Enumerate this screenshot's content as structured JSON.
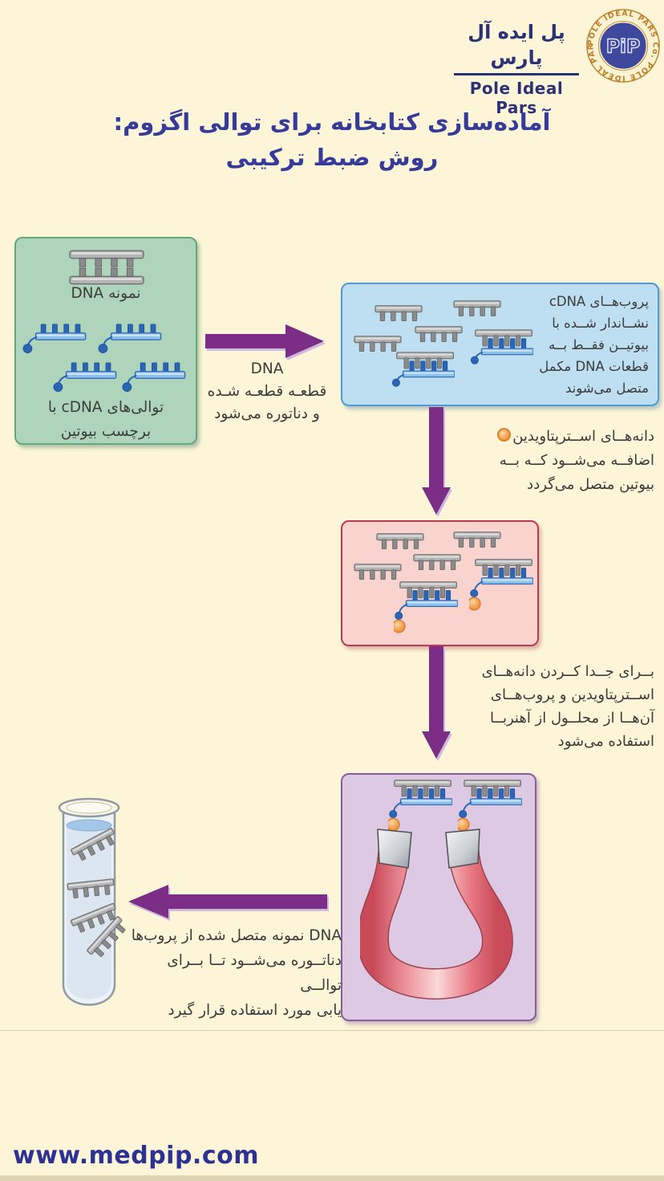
{
  "header": {
    "brand_fa": "پل ایده آل پارس",
    "brand_en": "Pole Ideal Pars",
    "logo": {
      "ring_text": "POLE IDEAL PARS Co.  POLE IDEAL PARS Co.",
      "monogram": "PiP"
    }
  },
  "title": {
    "line1": "آماده‌سازی کتابخانه برای توالی اگزوم:",
    "line2": "روش ضبط ترکیبی"
  },
  "steps": {
    "sample": {
      "dna_label": "نمونه DNA",
      "probes_label_1": "توالی‌های cDNA با",
      "probes_label_2": "برچسب بیوتین"
    },
    "fragment_arrow": {
      "lines": [
        "DNA",
        "قطعـه قطعـه شـده",
        "و دناتوره می‌شود"
      ]
    },
    "capture": {
      "lines": [
        "پروب‌هــای cDNA",
        "نشــاندار شــده با",
        "بیوتیــن فقــط بــه",
        "قطعات DNA مکمل",
        "متصل می‌شوند"
      ]
    },
    "beads": {
      "lines": [
        "دانه‌هــای اســترپتاویدین",
        "اضافــه می‌شــود کــه بــه",
        "بیوتین متصل می‌گردد"
      ]
    },
    "magnet": {
      "lines": [
        "بــرای جــدا کــردن دانه‌هــای",
        "اســترپتاویدین و پروب‌هــای",
        "آن‌هــا از محلــول از آهنربــا",
        "استفاده می‌شود"
      ]
    },
    "elute": {
      "lines": [
        "DNA نمونه متصل شده از پروب‌ها",
        "دناتــوره می‌شــود تــا بــرای توالــی",
        "یابی مورد استفاده قرار گیرد"
      ]
    }
  },
  "footer": {
    "website": "www.medpip.com"
  },
  "colors": {
    "background": "#fcf5d7",
    "title": "#363b99",
    "arrow": "#7c2d86",
    "sample_box": "#aed5bb",
    "capture_box": "#bedff2",
    "beads_box": "#f9d4ce",
    "magnet_box": "#dec9e5",
    "streptavidin_bead": "#f3a659",
    "biotin": "#2b65b5"
  }
}
